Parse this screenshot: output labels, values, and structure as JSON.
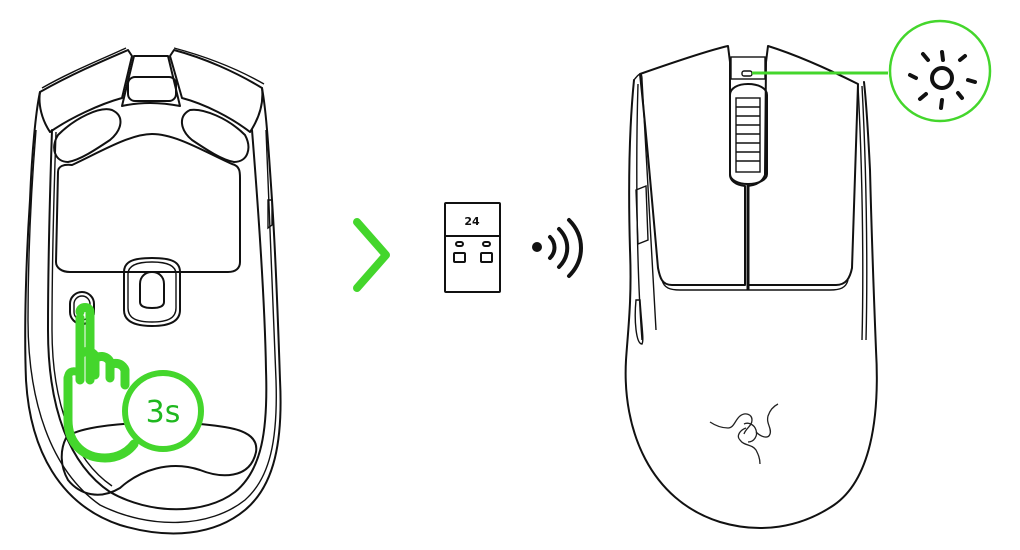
{
  "diagram": {
    "title": "",
    "description": "Wireless pairing procedure: press and hold the pairing button on the bottom of the mouse for 3 seconds, connect to the 2.4 GHz dongle, the indicator light on the top of the mouse lights up",
    "colors": {
      "accent": "#44d62c",
      "accent_text": "#1fb81f",
      "line": "#111111",
      "background": "#ffffff"
    },
    "steps": [
      {
        "id": "step-1",
        "name": "mouse-bottom-view",
        "action": "press-and-hold-pairing-button",
        "hold_label": "3s",
        "icon": "hand-press-icon"
      },
      {
        "id": "arrow",
        "icon": "chevron-right-icon"
      },
      {
        "id": "step-2",
        "name": "usb-dongle",
        "dongle_label": "24",
        "icon": "wireless-signal-icon"
      },
      {
        "id": "step-3",
        "name": "mouse-top-view",
        "indicator": "led-on",
        "icon": "light-on-icon",
        "logo": "razer-logo-icon"
      }
    ]
  }
}
